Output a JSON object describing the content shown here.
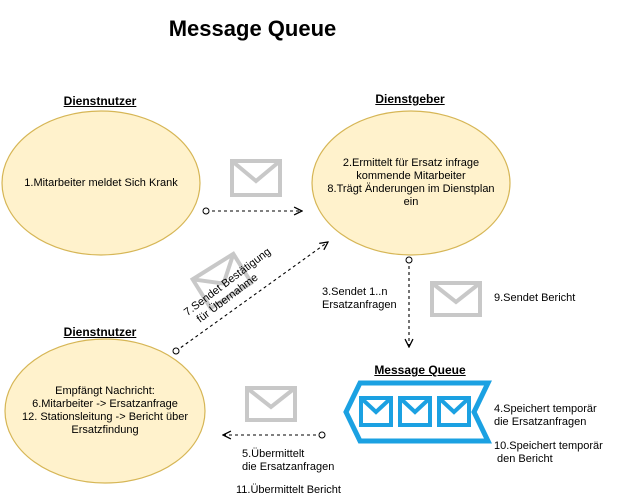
{
  "title": "Message Queue",
  "nodes": {
    "user_top": {
      "header": "Dienstnutzer",
      "lines": [
        "1.Mitarbeiter meldet Sich Krank"
      ]
    },
    "employer": {
      "header": "Dienstgeber",
      "lines": [
        "2.Ermittelt für Ersatz infrage",
        "kommende Mitarbeiter",
        "8.Trägt Änderungen im Dienstplan",
        "ein"
      ]
    },
    "user_bottom": {
      "header": "Dienstnutzer",
      "lines": [
        "Empfängt Nachricht:",
        "6.Mitarbeiter -> Ersatzanfrage",
        "12. Stationsleitung -> Bericht über",
        "Ersatzfindung"
      ]
    },
    "queue": {
      "header": "Message Queue"
    }
  },
  "edge_labels": {
    "send_requests": [
      "3.Sendet 1..n",
      "Ersatzanfragen"
    ],
    "send_report": "9.Sendet Bericht",
    "confirmation": [
      "7.Sendet Bestätigung",
      "für Übernahme"
    ],
    "store_requests": [
      "4.Speichert temporär",
      "die Ersatzanfragen"
    ],
    "store_report": [
      "10.Speichert temporär",
      "den Bericht"
    ],
    "deliver_requests": [
      "5.Übermittelt",
      "die Ersatzanfragen"
    ],
    "deliver_report": "11.Übermittelt Bericht"
  },
  "colors": {
    "ellipse_fill": "#fff2cc",
    "ellipse_stroke": "#d6b656",
    "queue_stroke": "#1ba1e2",
    "queue_fill": "#ffffff",
    "envelope": "#c8c8c8"
  },
  "icons": [
    "envelope-icon",
    "queue-icon"
  ]
}
